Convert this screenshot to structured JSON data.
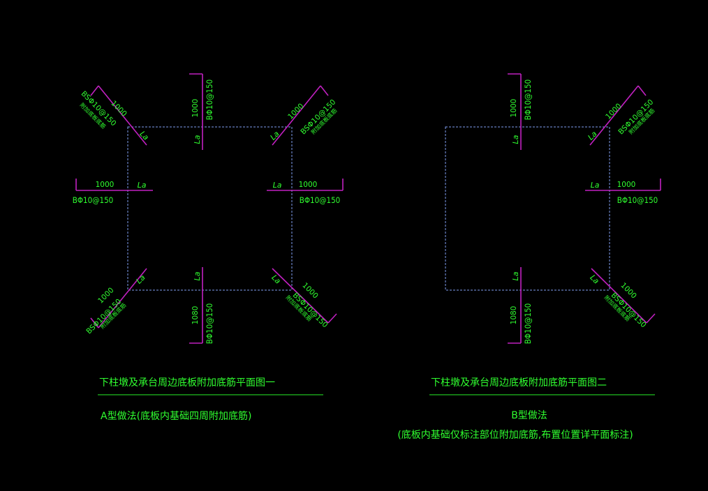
{
  "colors": {
    "background": "#000000",
    "rebar": "#c020c0",
    "outline": "#7f9ef0",
    "text": "#30ff30"
  },
  "labels": {
    "len": "1000",
    "len_alt": "1080",
    "rebar_b": "BΦ10@150",
    "rebar_bs": "BSΦ10@150",
    "la": "La",
    "note": "附加底板底筋"
  },
  "figure1": {
    "title": "下柱墩及承台周边底板附加底筋平面图一",
    "subtitle": "A型做法(底板内基础四周附加底筋)"
  },
  "figure2": {
    "title": "下柱墩及承台周边底板附加底筋平面图二",
    "subtitle": "B型做法",
    "subtitle2": "(底板内基础仅标注部位附加底筋,布置位置详平面标注)"
  }
}
